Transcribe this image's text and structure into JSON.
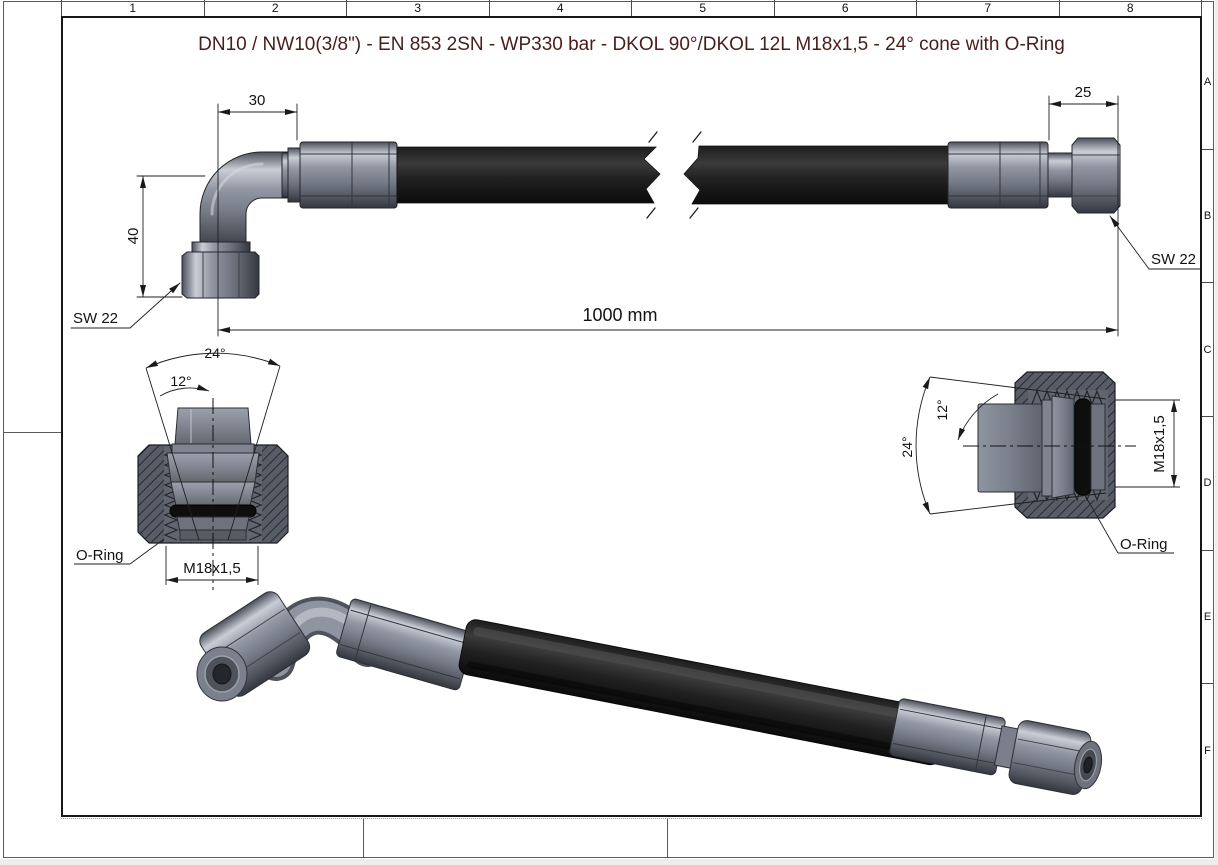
{
  "sheet": {
    "title": "DN10 / NW10(3/8\") - EN 853 2SN - WP330 bar - DKOL 90°/DKOL 12L M18x1,5 - 24° cone with O-Ring"
  },
  "grid": {
    "columns": [
      "1",
      "2",
      "3",
      "4",
      "5",
      "6",
      "7",
      "8"
    ],
    "rows": [
      "A",
      "B",
      "C",
      "D",
      "E",
      "F"
    ]
  },
  "front_view": {
    "dim_left_elbow_offset": "30",
    "dim_left_elbow_height": "40",
    "dim_right_fitting_length": "25",
    "dim_hose_length": "1000 mm",
    "label_left_wrench_size": "SW 22",
    "label_right_wrench_size": "SW 22"
  },
  "left_detail_view": {
    "dim_cone_angle": "24°",
    "dim_half_cone_angle": "12°",
    "label_o_ring": "O-Ring",
    "dim_thread": "M18x1,5"
  },
  "right_detail_view": {
    "dim_cone_angle": "24°",
    "dim_half_cone_angle": "12°",
    "label_o_ring": "O-Ring",
    "dim_thread": "M18x1,5"
  },
  "colors": {
    "title_text": "#4a1d1d",
    "drawing_lines": "#1f2125",
    "hose_black": "#161616",
    "fitting_metal_light": "#c9cdd6",
    "fitting_metal_mid": "#848a95",
    "fitting_metal_dark": "#383c44",
    "section_body_gray": "#575c66",
    "sheet_background": "#ffffff",
    "outside_background": "#ededed"
  }
}
